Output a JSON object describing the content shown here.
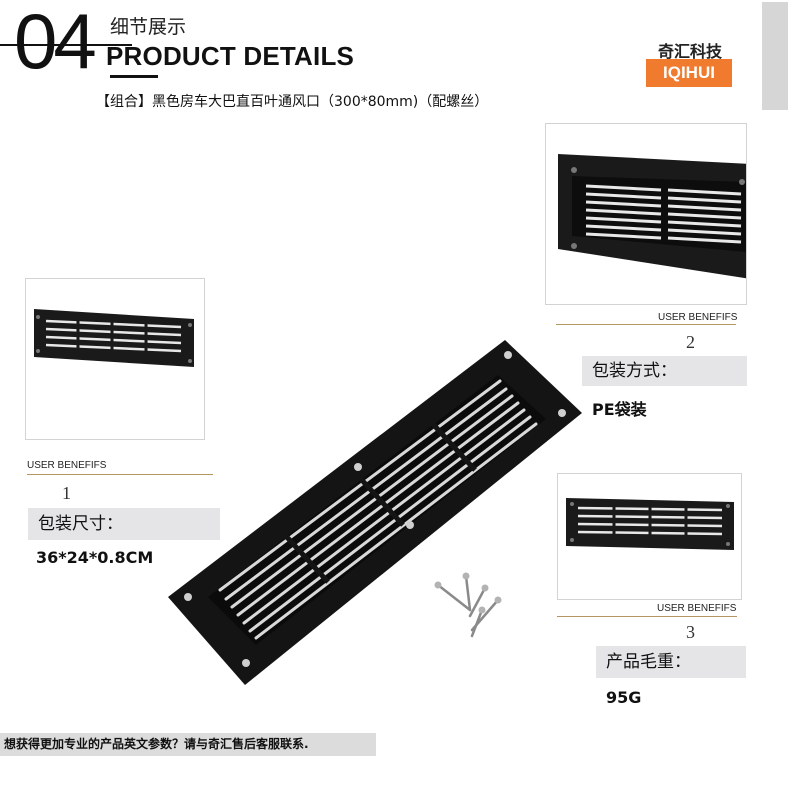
{
  "header": {
    "section_number": "04",
    "section_subtitle_cn": "细节展示",
    "section_title_en": "PRODUCT DETAILS",
    "brand_name_cn": "奇汇科技",
    "brand_logo_text": "IQIHUI",
    "product_name": "【组合】黑色房车大巴直百叶通风口（300*80mm)（配螺丝）"
  },
  "benefits": [
    {
      "label": "USER BENEFIFS",
      "number": "1",
      "field": "包装尺寸：",
      "value": "36*24*0.8CM"
    },
    {
      "label": "USER BENEFIFS",
      "number": "2",
      "field": "包装方式：",
      "value": "PE袋装"
    },
    {
      "label": "USER BENEFIFS",
      "number": "3",
      "field": "产品毛重：",
      "value": "95G"
    }
  ],
  "footer": {
    "note": "想获得更加专业的产品英文参数？请与奇汇售后客服联系."
  },
  "colors": {
    "accent_orange": "#f07a2e",
    "divider_gold": "#b49660",
    "field_bg": "#e5e5e7",
    "product_black": "#141414"
  },
  "icons": [
    "vent-grille-product-image",
    "mounting-screws"
  ]
}
